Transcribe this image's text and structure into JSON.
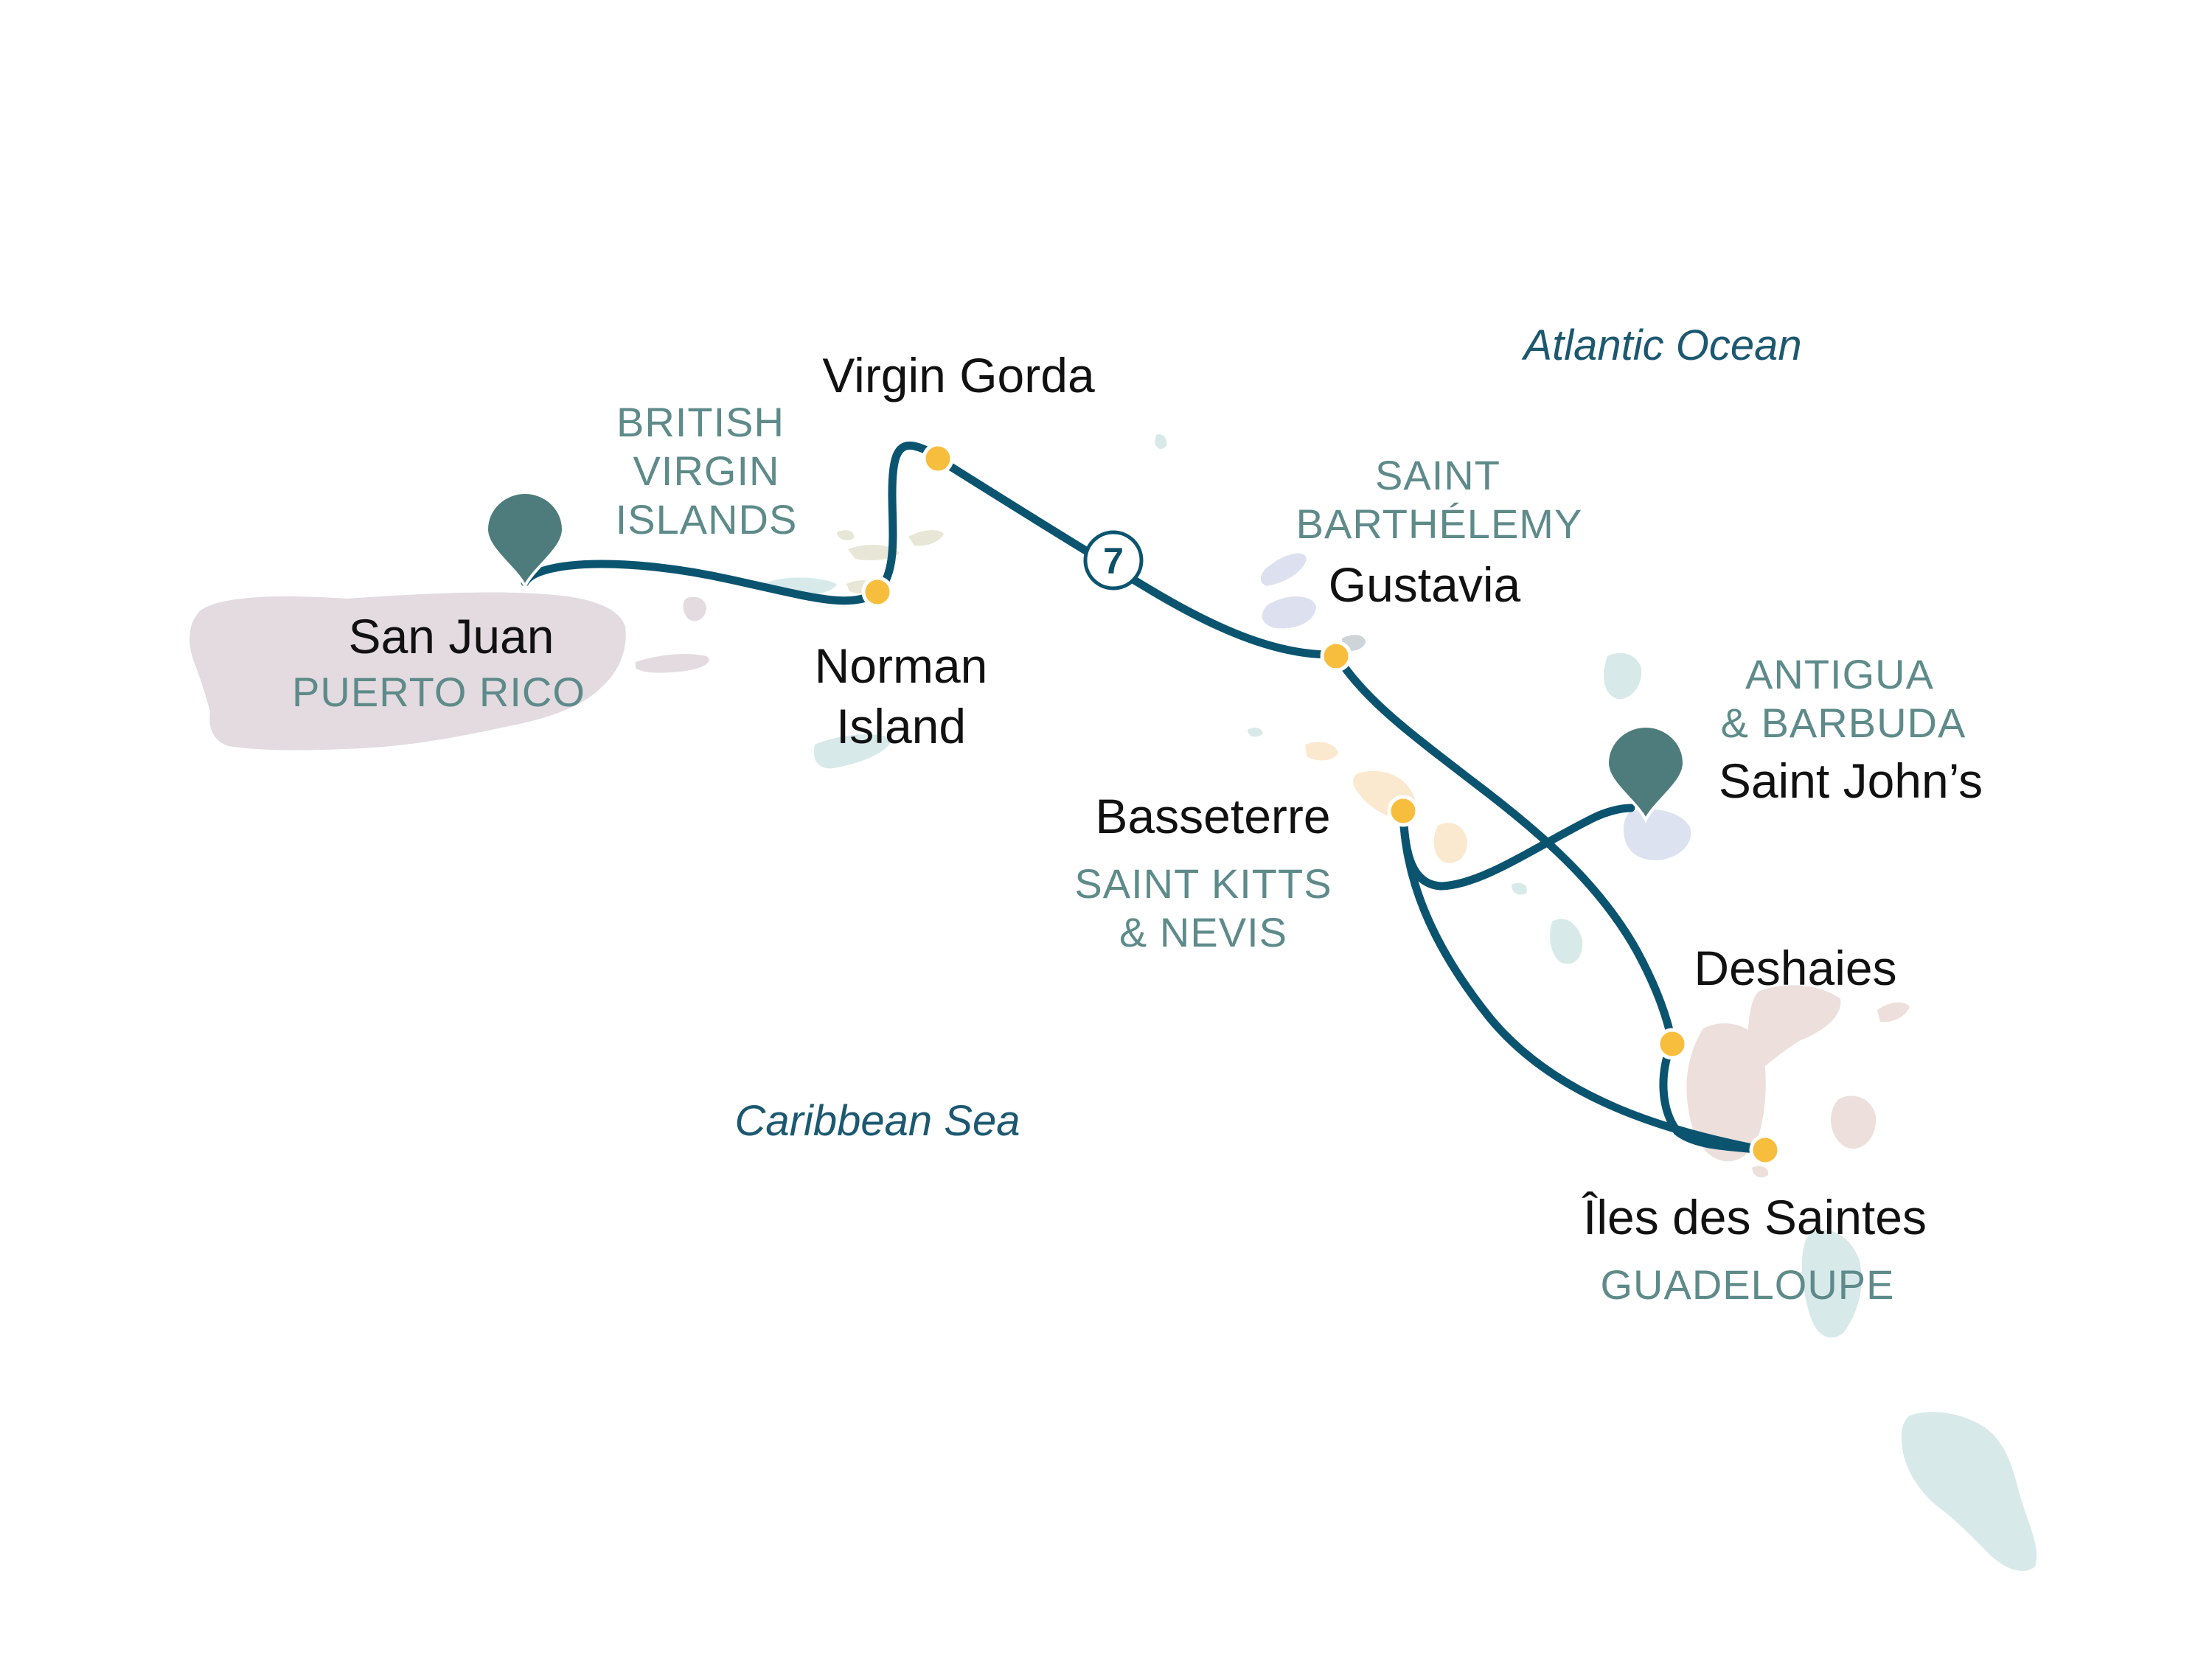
{
  "map": {
    "colors": {
      "route": "#0b5470",
      "stop": "#f7be3e",
      "pin": "#4e7c7c",
      "country_label": "#5e8a8a",
      "sea_label": "#1c5870",
      "land_puerto_rico": "#e3dbe0",
      "land_bvi": "#dfe9e6",
      "land_saint_barth": "#dde0ef",
      "land_saint_kitts": "#fbe9cf",
      "land_antigua": "#dde2f0",
      "land_guadeloupe": "#ecdfdc",
      "land_islands_teal": "#d8e9ea"
    },
    "seas": {
      "atlantic": "Atlantic Ocean",
      "caribbean": "Caribbean Sea"
    },
    "countries": {
      "bvi_1": "BRITISH",
      "bvi_2": "VIRGIN",
      "bvi_3": "ISLANDS",
      "puerto_rico": "PUERTO RICO",
      "stbarth_1": "SAINT",
      "stbarth_2": "BARTHÉLEMY",
      "antigua_1": "ANTIGUA",
      "antigua_2": "& BARBUDA",
      "stkitts_1": "SAINT KITTS",
      "stkitts_2": "& NEVIS",
      "guadeloupe": "GUADELOUPE"
    },
    "ports": {
      "san_juan": "San Juan",
      "norman_1": "Norman",
      "norman_2": "Island",
      "virgin_gorda": "Virgin Gorda",
      "gustavia": "Gustavia",
      "saint_johns": "Saint John’s",
      "basseterre": "Basseterre",
      "deshaies": "Deshaies",
      "iles_des_saintes": "Îles des Saintes"
    },
    "route_badge": "7",
    "icons": {
      "start_pin": "map-pin-icon",
      "end_pin": "map-pin-icon"
    }
  }
}
